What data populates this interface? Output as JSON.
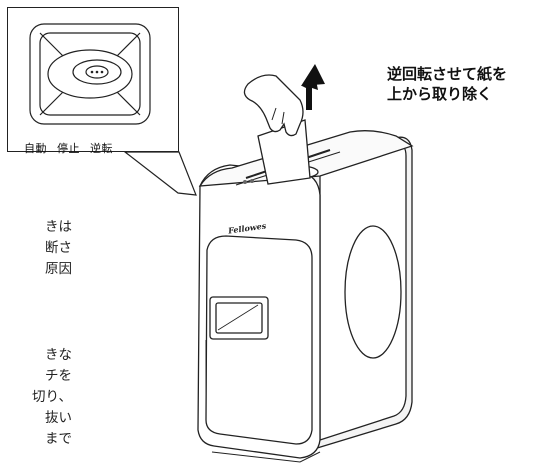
{
  "callout": {
    "labels": [
      "自動",
      "停止",
      "逆転"
    ]
  },
  "instruction": {
    "lines": [
      "逆回転させて紙を",
      "上から取り除く"
    ]
  },
  "side_text": {
    "block1": [
      "きは",
      "断さ",
      "原因"
    ],
    "block2": [
      "きな",
      "チを",
      "切り、",
      "抜い",
      "まで"
    ]
  },
  "machine": {
    "brand": "Fellowes"
  },
  "icons": [
    "three-way-switch-icon",
    "up-arrow-icon",
    "hand-icon",
    "paper-sheet-icon",
    "shredder-icon"
  ]
}
